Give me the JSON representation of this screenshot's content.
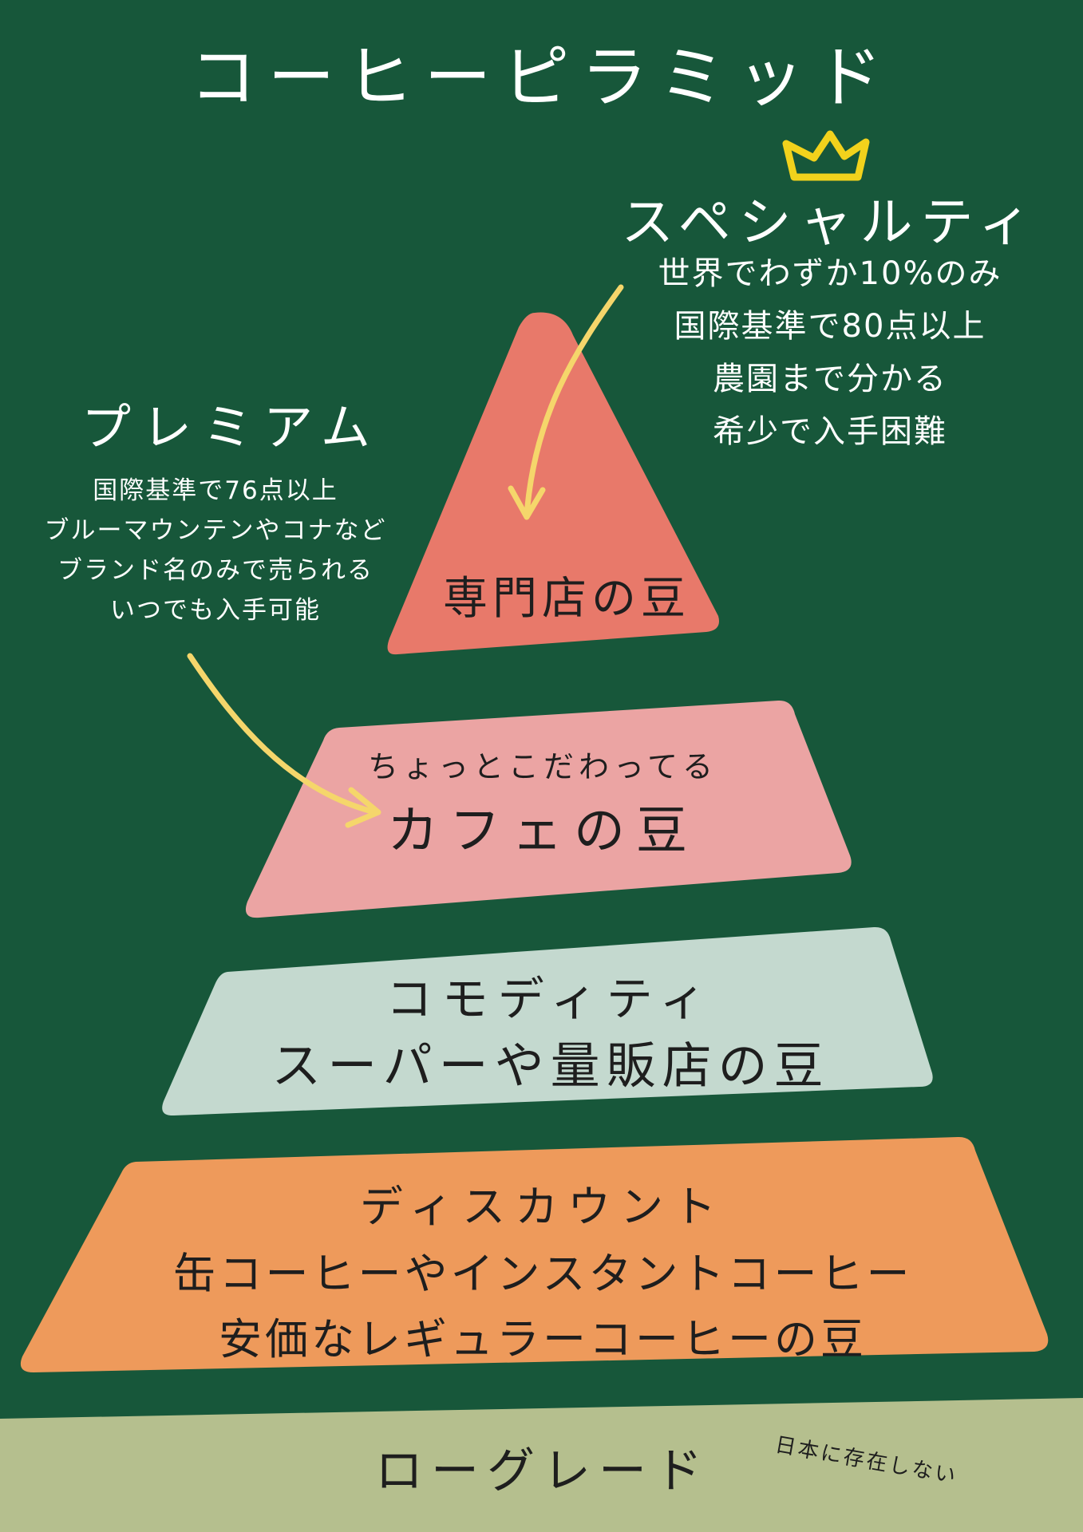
{
  "title": "コーヒーピラミッド",
  "specialty": {
    "title": "スペシャルティ",
    "lines": [
      "世界でわずか10%のみ",
      "国際基準で80点以上",
      "農園まで分かる",
      "希少で入手困難"
    ]
  },
  "premium": {
    "title": "プレミアム",
    "lines": [
      "国際基準で76点以上",
      "ブルーマウンテンやコナなど",
      "ブランド名のみで売られる",
      "いつでも入手可能"
    ]
  },
  "tiers": {
    "specialty_label": "専門店の豆",
    "premium_sub": "ちょっとこだわってる",
    "premium_label": "カフェの豆",
    "commodity_title": "コモディティ",
    "commodity_label": "スーパーや量販店の豆",
    "discount_title": "ディスカウント",
    "discount_line1": "缶コーヒーやインスタントコーヒー",
    "discount_line2": "安価なレギュラーコーヒーの豆",
    "lowgrade_title": "ローグレード",
    "lowgrade_note": "日本に存在しない"
  },
  "colors": {
    "background": "#17573a",
    "tier_specialty": "#e8796a",
    "tier_premium": "#eba4a3",
    "tier_commodity": "#c4d9cf",
    "tier_discount": "#ee9a5b",
    "tier_lowgrade": "#b5bf8e",
    "arrow": "#f5d66b",
    "crown": "#f2d21c"
  },
  "icons": {
    "crown": "crown-icon",
    "arrow": "curved-arrow-icon"
  }
}
